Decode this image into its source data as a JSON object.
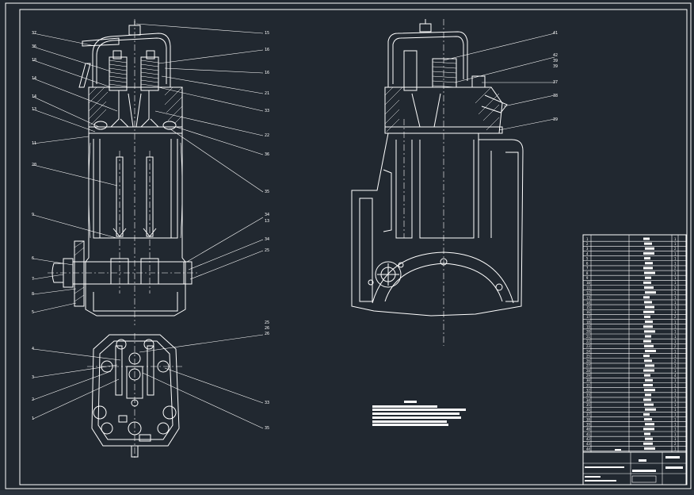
{
  "drawing": {
    "colors": {
      "background": "#212830",
      "lines": "#ffffff",
      "status_bar": "#2b333d"
    },
    "callouts_left": [
      "37",
      "36",
      "18",
      "14",
      "14",
      "13",
      "11",
      "20",
      "9",
      "6",
      "7",
      "8",
      "5"
    ],
    "callouts_left_right": [
      "15",
      "16",
      "16",
      "21",
      "33",
      "22",
      "36",
      "35",
      "34",
      "13",
      "34",
      "25"
    ],
    "callouts_plan_left": [
      "4",
      "3",
      "2",
      "1"
    ],
    "callouts_plan_right": [
      "25",
      "26",
      "26",
      "33",
      "35"
    ],
    "callouts_side": [
      "41",
      "42",
      "39",
      "39",
      "37",
      "38",
      "39"
    ],
    "note_heading": "",
    "spec_rows": [
      "1",
      "2",
      "3",
      "4",
      "5",
      "6",
      "7",
      "8",
      "9",
      "10",
      "11",
      "12",
      "13",
      "14",
      "15",
      "16",
      "17",
      "18",
      "19",
      "20",
      "21",
      "22",
      "23",
      "24",
      "25",
      "26",
      "27",
      "28",
      "29",
      "30",
      "31",
      "32",
      "33",
      "34",
      "35",
      "36",
      "37",
      "38",
      "39",
      "40",
      "41",
      "42",
      "43",
      "44"
    ],
    "spec_qty": [
      "1",
      "1",
      "2",
      "1",
      "1",
      "1",
      "2",
      "1",
      "1",
      "1",
      "2",
      "1",
      "1",
      "1",
      "1",
      "1",
      "2",
      "1",
      "1",
      "1",
      "1",
      "1",
      "2",
      "1",
      "1",
      "2",
      "1",
      "1",
      "4",
      "1",
      "1",
      "1",
      "1",
      "1",
      "1",
      "1",
      "1",
      "1",
      "1",
      "1",
      "1",
      "1",
      "2",
      "1"
    ]
  }
}
